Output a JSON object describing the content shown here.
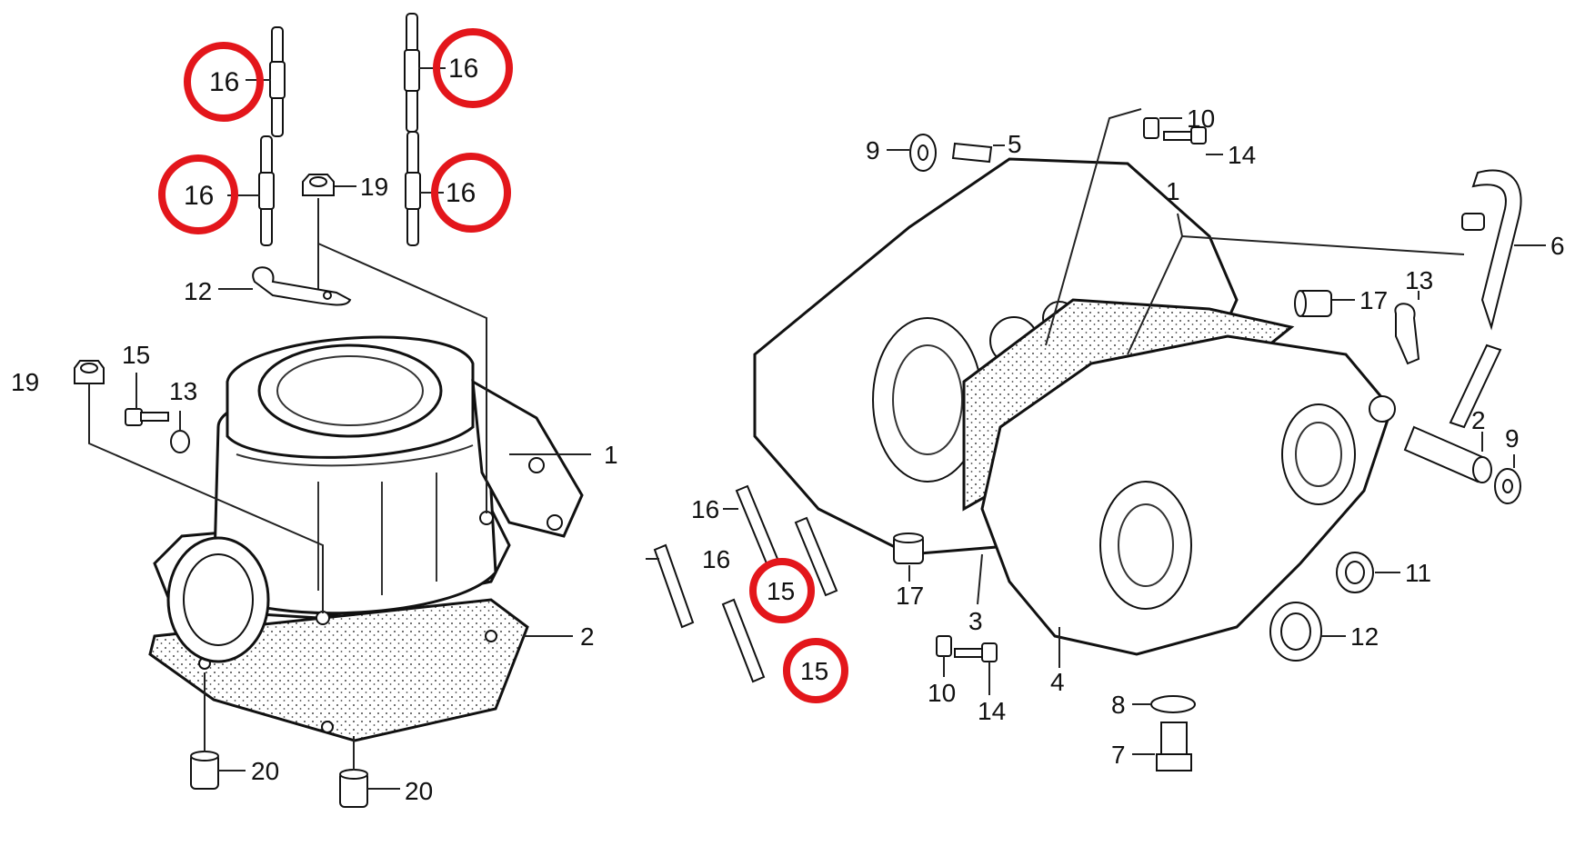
{
  "cylinder_labels": {
    "c1": "1",
    "c2": "2",
    "c12": "12",
    "c13": "13",
    "c15": "15",
    "c16a": "16",
    "c16b": "16",
    "c16c": "16",
    "c16d": "16",
    "c19a": "19",
    "c19b": "19",
    "c20a": "20",
    "c20b": "20"
  },
  "crankcase_labels": {
    "k1": "1",
    "k2": "2",
    "k3": "3",
    "k4": "4",
    "k5": "5",
    "k6": "6",
    "k7": "7",
    "k8": "8",
    "k9a": "9",
    "k9b": "9",
    "k10a": "10",
    "k10b": "10",
    "k11": "11",
    "k12": "12",
    "k13": "13",
    "k14a": "14",
    "k14b": "14",
    "k15a": "15",
    "k15b": "15",
    "k16a": "16",
    "k16b": "16",
    "k17a": "17",
    "k17b": "17"
  },
  "colors": {
    "highlight": "#e3161b",
    "line": "#111111"
  }
}
